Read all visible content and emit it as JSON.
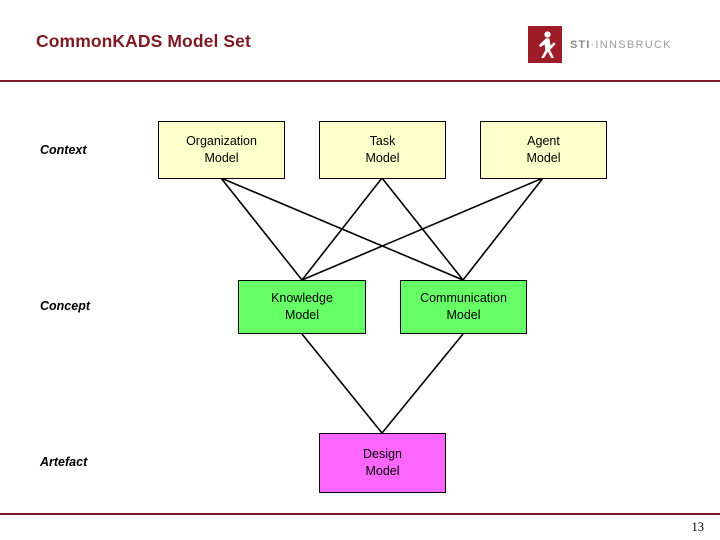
{
  "slide": {
    "title": "CommonKADS Model Set",
    "page_number": "13",
    "accent_color": "#7C1A26",
    "logo": {
      "mark_icon": "sti-runner-figure-icon",
      "mark_color": "#9E1B28",
      "text_bold": "STI",
      "text_separator": "·",
      "text_light": "INNSBRUCK"
    }
  },
  "diagram": {
    "row_labels": [
      {
        "id": "context",
        "label": "Context"
      },
      {
        "id": "concept",
        "label": "Concept"
      },
      {
        "id": "artefact",
        "label": "Artefact"
      }
    ],
    "nodes": [
      {
        "id": "organization",
        "line1": "Organization",
        "line2": "Model",
        "fill": "#FFFFCC",
        "row": "context"
      },
      {
        "id": "task",
        "line1": "Task",
        "line2": "Model",
        "fill": "#FFFFCC",
        "row": "context"
      },
      {
        "id": "agent",
        "line1": "Agent",
        "line2": "Model",
        "fill": "#FFFFCC",
        "row": "context"
      },
      {
        "id": "knowledge",
        "line1": "Knowledge",
        "line2": "Model",
        "fill": "#66FF66",
        "row": "concept"
      },
      {
        "id": "communication",
        "line1": "Communication",
        "line2": "Model",
        "fill": "#66FF66",
        "row": "concept"
      },
      {
        "id": "design",
        "line1": "Design",
        "line2": "Model",
        "fill": "#FF66FF",
        "row": "artefact"
      }
    ],
    "edges": [
      {
        "from": "organization",
        "to": "knowledge"
      },
      {
        "from": "organization",
        "to": "communication"
      },
      {
        "from": "task",
        "to": "knowledge"
      },
      {
        "from": "task",
        "to": "communication"
      },
      {
        "from": "agent",
        "to": "knowledge"
      },
      {
        "from": "agent",
        "to": "communication"
      },
      {
        "from": "knowledge",
        "to": "design"
      },
      {
        "from": "communication",
        "to": "design"
      }
    ],
    "edge_color": "#000000"
  }
}
